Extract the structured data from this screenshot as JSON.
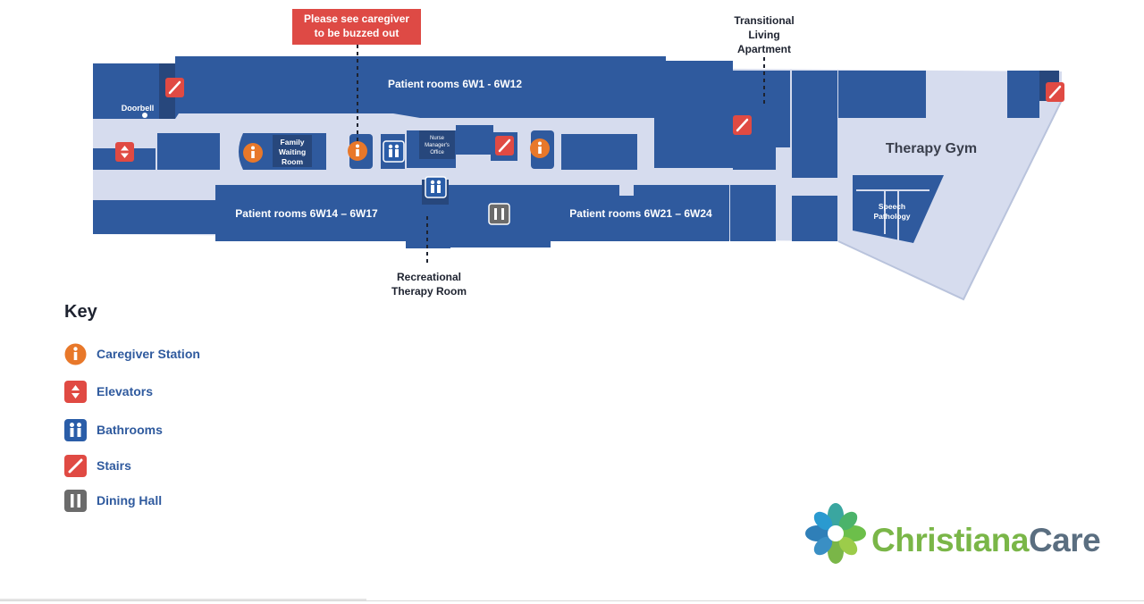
{
  "map": {
    "callout_buzz": [
      "Please see caregiver",
      "to be buzzed out"
    ],
    "transitional_living": [
      "Transitional",
      "Living",
      "Apartment"
    ],
    "patient_rooms_top": "Patient rooms 6W1 - 6W12",
    "patient_rooms_bottom_left": "Patient rooms 6W14 – 6W17",
    "patient_rooms_bottom_right": "Patient rooms 6W21 – 6W24",
    "doorbell": "Doorbell",
    "family_waiting": [
      "Family",
      "Waiting",
      "Room"
    ],
    "nurse_manager": [
      "Nurse",
      "Manager's",
      "Office"
    ],
    "therapy_gym": "Therapy Gym",
    "speech_pathology": [
      "Speech",
      "Pathology"
    ],
    "recreational_therapy": [
      "Recreational",
      "Therapy Room"
    ]
  },
  "key": {
    "title": "Key",
    "items": [
      {
        "label": "Caregiver Station",
        "icon": "info-circle-icon",
        "color": "#e8782a"
      },
      {
        "label": "Elevators",
        "icon": "elevator-icon",
        "color": "#e04a43"
      },
      {
        "label": "Bathrooms",
        "icon": "restroom-icon",
        "color": "#2a5da8"
      },
      {
        "label": "Stairs",
        "icon": "stairs-icon",
        "color": "#e04a43"
      },
      {
        "label": "Dining Hall",
        "icon": "dining-icon",
        "color": "#6b6b6b"
      }
    ]
  },
  "logo": {
    "part1": "Christiana",
    "part2": "Care"
  },
  "colors": {
    "room": "#2f5a9e",
    "room_dark": "#274a80",
    "corridor": "#d6dcee",
    "callout_red": "#de4a45",
    "caregiver_orange": "#e8782a",
    "stairs_red": "#e04a43",
    "logo_green": "#7ab648",
    "logo_gray": "#5a6e80"
  }
}
